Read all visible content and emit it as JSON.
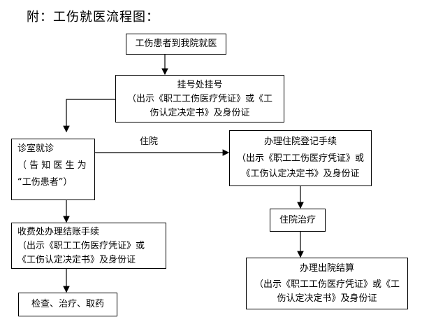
{
  "page": {
    "title": "附：工伤就医流程图："
  },
  "flow": {
    "start": "工伤患者到我院就医",
    "registration": {
      "title": "挂号处挂号",
      "note1": "（出示《职工工伤医疗凭证》或《工",
      "note2": "伤认定决定书》及身份证"
    },
    "clinic": {
      "title": "诊室就诊",
      "note1": "（ 告 知 医 生 为",
      "note2": "“工伤患者”）"
    },
    "inpatient_label": "住院",
    "admission": {
      "title": "办理住院登记手续",
      "note1": "（出示《职工工伤医疗凭证》或",
      "note2": "《工伤认定决定书》及身份证"
    },
    "payment": {
      "title": "收费处办理结账手续",
      "note1": "（出示《职工工伤医疗凭证》或",
      "note2": "《工伤认定决定书》及身份证"
    },
    "treatment": "住院治疗",
    "discharge": {
      "title": "办理出院结算",
      "note1": "（出示《职工工伤医疗凭证》或《工",
      "note2": "伤认定决定书》及身份证"
    },
    "exam": "检查、治疗、取药"
  }
}
